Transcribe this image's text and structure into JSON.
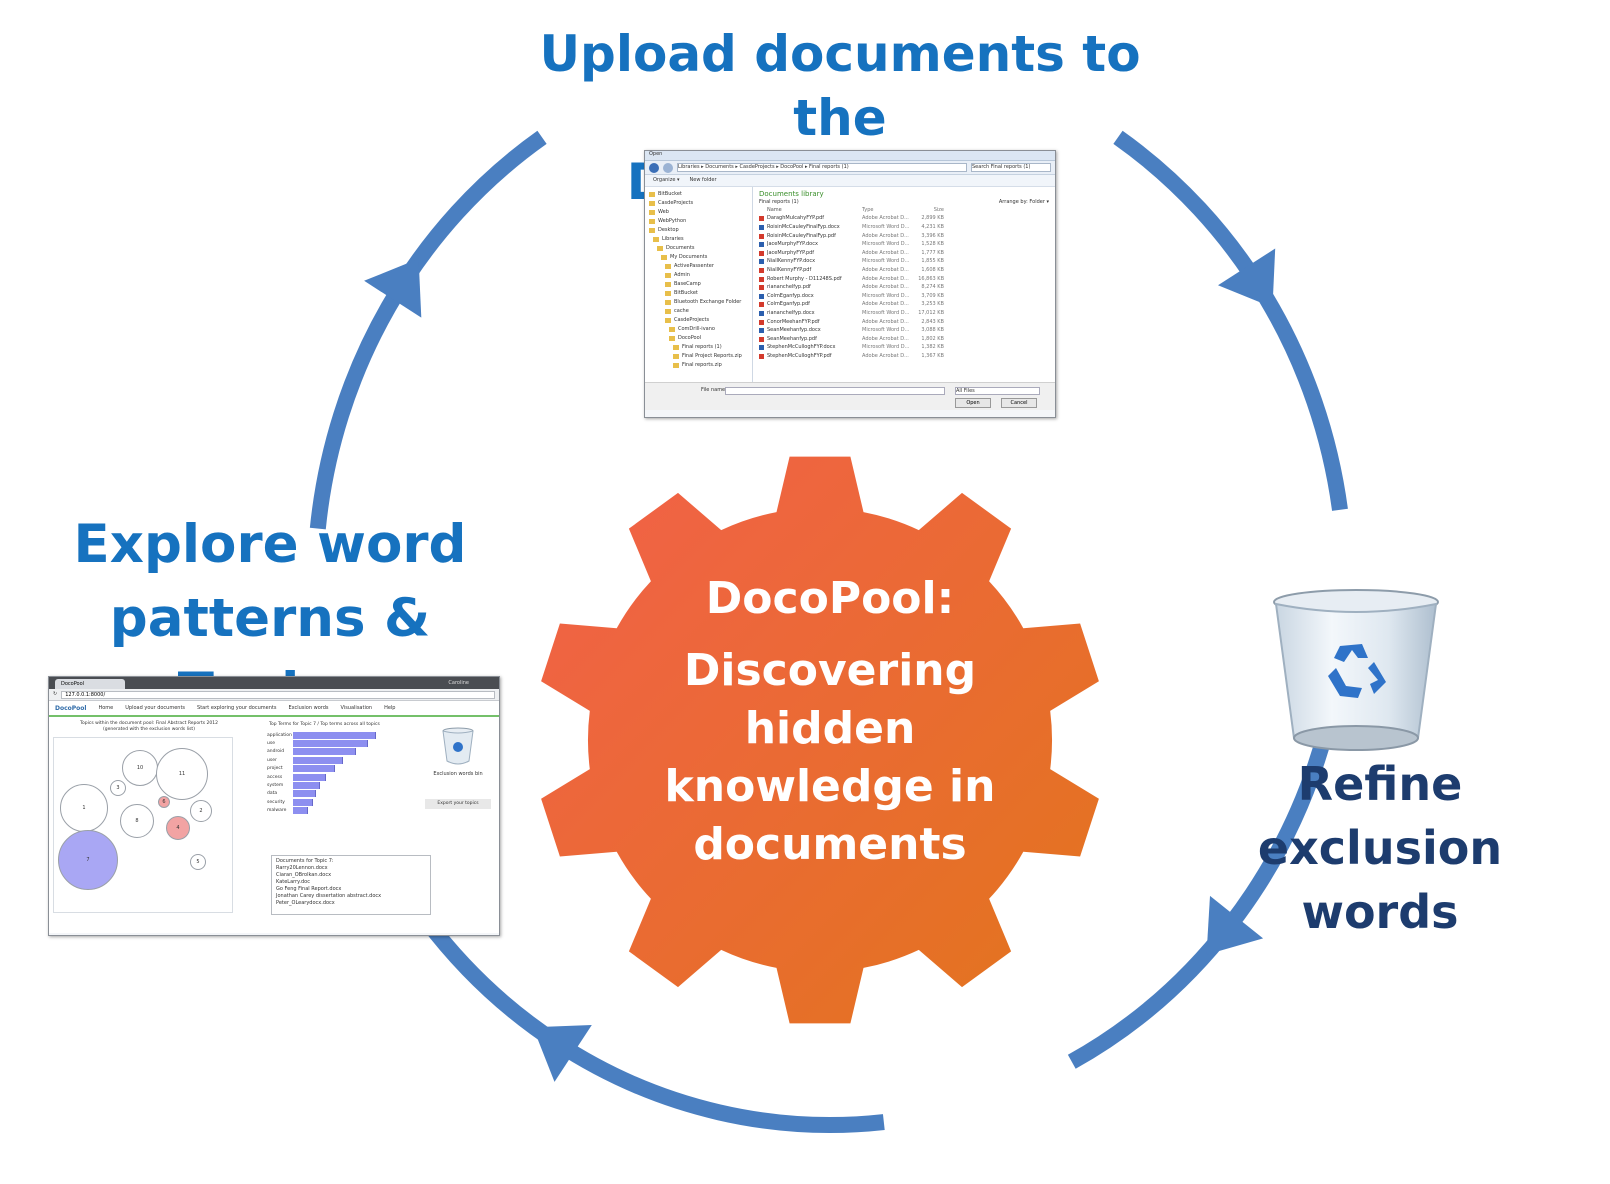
{
  "labels": {
    "upload_line1": "Upload documents to the",
    "upload_line2": "Document Pool",
    "explore_line1": "Explore word",
    "explore_line2": "patterns & Topics",
    "refine_line1": "Refine exclusion",
    "refine_line2": "words",
    "center_title": "DocoPool:",
    "center_line1": "Discovering",
    "center_line2": "hidden",
    "center_line3": "knowledge in",
    "center_line4": "documents"
  },
  "colors": {
    "cycle_arrow": "#4a7fc1",
    "gear_start": "#f2604a",
    "gear_end": "#e2751c",
    "title_blue": "#1672bf",
    "refine_navy": "#1d3c6e"
  },
  "file_dialog": {
    "title": "Open",
    "path": "Libraries ▸ Documents ▸ CasdeProjects ▸ DocoPool ▸ Final reports (1)",
    "search_placeholder": "Search Final reports (1)",
    "toolbar": [
      "Organize ▾",
      "New folder"
    ],
    "library_title": "Documents library",
    "library_sub": "Final reports (1)",
    "arrange_by": "Arrange by:  Folder ▾",
    "columns": [
      "Name",
      "Type",
      "Size"
    ],
    "tree": [
      "BitBucket",
      "CasdeProjects",
      "Web",
      "WebPython",
      "Desktop",
      "Libraries",
      "Documents",
      "My Documents",
      "ActivePassenter",
      "Admin",
      "BaseCamp",
      "BitBucket",
      "Bluetooth Exchange Folder",
      "cache",
      "CasdeProjects",
      "ComDrill-ivano",
      "DocoPool",
      "Final reports (1)",
      "Final Project Reports.zip",
      "Final reports.zip"
    ],
    "files": [
      {
        "name": "DaraghMulcahyFYP.pdf",
        "type": "Adobe Acrobat D...",
        "size": "2,899 KB",
        "kind": "pdf"
      },
      {
        "name": "RoisinMcCauleyFinalFyp.docx",
        "type": "Microsoft Word D...",
        "size": "4,231 KB",
        "kind": "doc"
      },
      {
        "name": "RoisinMcCauleyFinalFyp.pdf",
        "type": "Adobe Acrobat D...",
        "size": "3,396 KB",
        "kind": "pdf"
      },
      {
        "name": "JaceMurphyFYP.docx",
        "type": "Microsoft Word D...",
        "size": "1,528 KB",
        "kind": "doc"
      },
      {
        "name": "JaceMurphyFYP.pdf",
        "type": "Adobe Acrobat D...",
        "size": "1,777 KB",
        "kind": "pdf"
      },
      {
        "name": "NiallKennyFYP.docx",
        "type": "Microsoft Word D...",
        "size": "1,855 KB",
        "kind": "doc"
      },
      {
        "name": "NiallKennyFYP.pdf",
        "type": "Adobe Acrobat D...",
        "size": "1,608 KB",
        "kind": "pdf"
      },
      {
        "name": "Robert Murphy - D11248S.pdf",
        "type": "Adobe Acrobat D...",
        "size": "16,863 KB",
        "kind": "pdf"
      },
      {
        "name": "riananchelfyp.pdf",
        "type": "Adobe Acrobat D...",
        "size": "8,274 KB",
        "kind": "pdf"
      },
      {
        "name": "ColmEganfyp.docx",
        "type": "Microsoft Word D...",
        "size": "3,709 KB",
        "kind": "doc"
      },
      {
        "name": "ColmEganfyp.pdf",
        "type": "Adobe Acrobat D...",
        "size": "3,253 KB",
        "kind": "pdf"
      },
      {
        "name": "riananchelfyp.docx",
        "type": "Microsoft Word D...",
        "size": "17,012 KB",
        "kind": "doc"
      },
      {
        "name": "ConorMeehanFYP.pdf",
        "type": "Adobe Acrobat D...",
        "size": "2,843 KB",
        "kind": "pdf"
      },
      {
        "name": "SeanMeehanfyp.docx",
        "type": "Microsoft Word D...",
        "size": "3,088 KB",
        "kind": "doc"
      },
      {
        "name": "SeanMeehanfyp.pdf",
        "type": "Adobe Acrobat D...",
        "size": "1,802 KB",
        "kind": "pdf"
      },
      {
        "name": "StephenMcCulloghFYP.docx",
        "type": "Microsoft Word D...",
        "size": "1,382 KB",
        "kind": "doc"
      },
      {
        "name": "StephenMcCulloghFYP.pdf",
        "type": "Adobe Acrobat D...",
        "size": "1,367 KB",
        "kind": "pdf"
      }
    ],
    "file_name_label": "File name:",
    "filter": "All Files",
    "open_button": "Open",
    "cancel_button": "Cancel"
  },
  "browser": {
    "tab": "DocoPool",
    "url": "127.0.0.1:8000/",
    "user": "Caroline",
    "brand": "DocoPool",
    "nav": [
      "Home",
      "Upload your documents",
      "Start exploring your documents",
      "Exclusion words",
      "Visualisation",
      "Help"
    ],
    "bubble_caption": "Topics within the document pool: Final Abstract Reports 2012 (generated with the exclusion words list)",
    "bar_caption": "Top Terms for Topic 7 / Top terms across all topics",
    "terms": [
      "application",
      "use",
      "android",
      "user",
      "project",
      "access",
      "system",
      "data",
      "security",
      "malware"
    ],
    "term_values": [
      0.55,
      0.5,
      0.42,
      0.33,
      0.28,
      0.22,
      0.18,
      0.15,
      0.13,
      0.1
    ],
    "bubbles": [
      "10",
      "11",
      "3",
      "1",
      "6",
      "8",
      "2",
      "4",
      "7",
      "5"
    ],
    "docs_title": "Documents for Topic 7:",
    "docs": [
      "Rarry20Lennon.docx",
      "Ciaran_OBrolkan.docx",
      "KateLarry.doc",
      "Go Feng Final Report.docx",
      "Jonathan Carey dissertation abstract.docx",
      "Peter_OLearydocx.docx"
    ],
    "exclusion_label": "Exclusion words bin",
    "export_button": "Export your topics"
  }
}
